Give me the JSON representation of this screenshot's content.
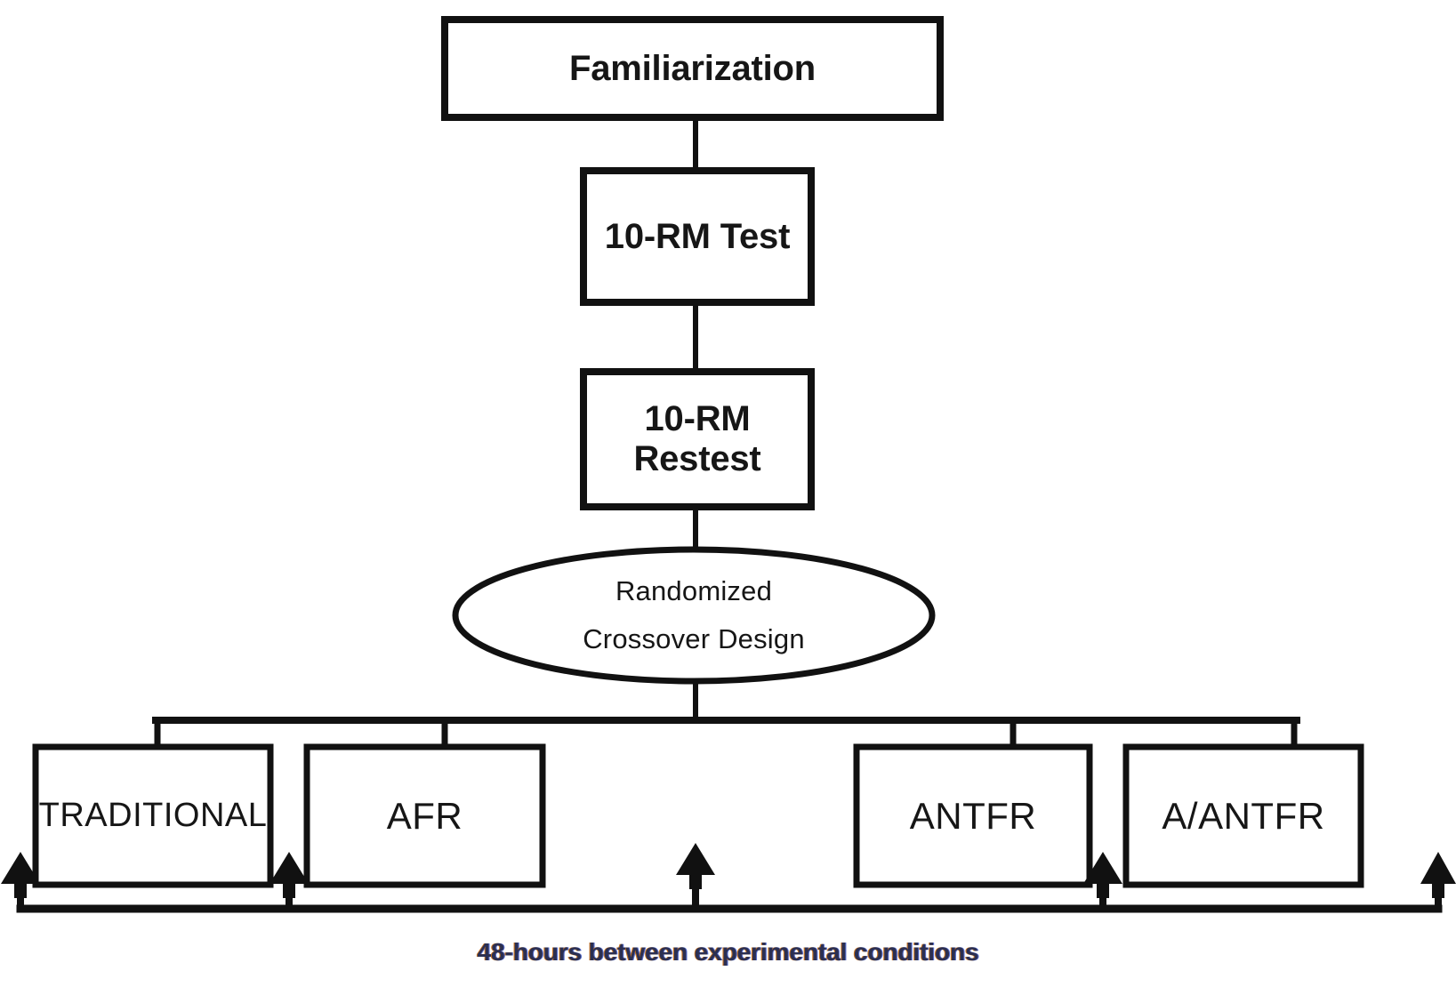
{
  "diagram": {
    "title": "Randomized crossover study design flowchart",
    "background_color": "#ffffff",
    "stroke_color": "#111111",
    "caption_color": "#2b2f52",
    "nodes": {
      "familiarization": {
        "label": "Familiarization",
        "shape": "rectangle"
      },
      "rm_test": {
        "label": "10-RM Test",
        "shape": "rectangle"
      },
      "rm_restest": {
        "label": "10-RM Restest",
        "shape": "rectangle"
      },
      "randomization": {
        "shape": "ellipse",
        "line1": "Randomized",
        "line2": "Crossover Design"
      },
      "condition_traditional": {
        "label": "TRADITIONAL",
        "shape": "rectangle"
      },
      "condition_afr": {
        "label": "AFR",
        "shape": "rectangle"
      },
      "condition_antfr": {
        "label": "ANTFR",
        "shape": "rectangle"
      },
      "condition_a_antfr": {
        "label": "A/ANTFR",
        "shape": "rectangle"
      }
    },
    "caption": "48-hours between experimental conditions",
    "flow_order": [
      "Familiarization",
      "10-RM Test",
      "10-RM Restest",
      "Randomized Crossover Design",
      "TRADITIONAL / AFR / ANTFR / A/ANTFR"
    ],
    "conditions": [
      "TRADITIONAL",
      "AFR",
      "ANTFR",
      "A/ANTFR"
    ],
    "washout_period": "48-hours"
  }
}
